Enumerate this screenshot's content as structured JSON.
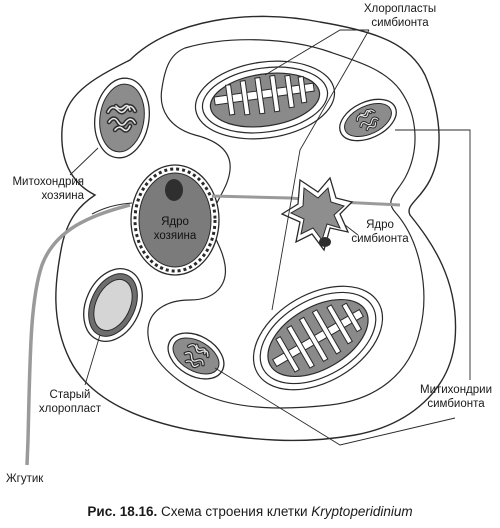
{
  "labels": {
    "host_mitochondrion": [
      "Митохондрия",
      "хозяина"
    ],
    "host_nucleus": [
      "Ядро",
      "хозяина"
    ],
    "old_chloroplast": [
      "Старый",
      "хлоропласт"
    ],
    "flagellum": "Жгутик",
    "symbiont_chloroplasts": [
      "Хлоропласты",
      "симбионта"
    ],
    "symbiont_nucleus": [
      "Ядро",
      "симбионта"
    ],
    "symbiont_mitochondria": [
      "Митихондрии",
      "симбионта"
    ]
  },
  "caption": {
    "prefix": "Рис. 18.16.",
    "text": " Схема строения клетки ",
    "species": "Kryptoperidinium"
  }
}
